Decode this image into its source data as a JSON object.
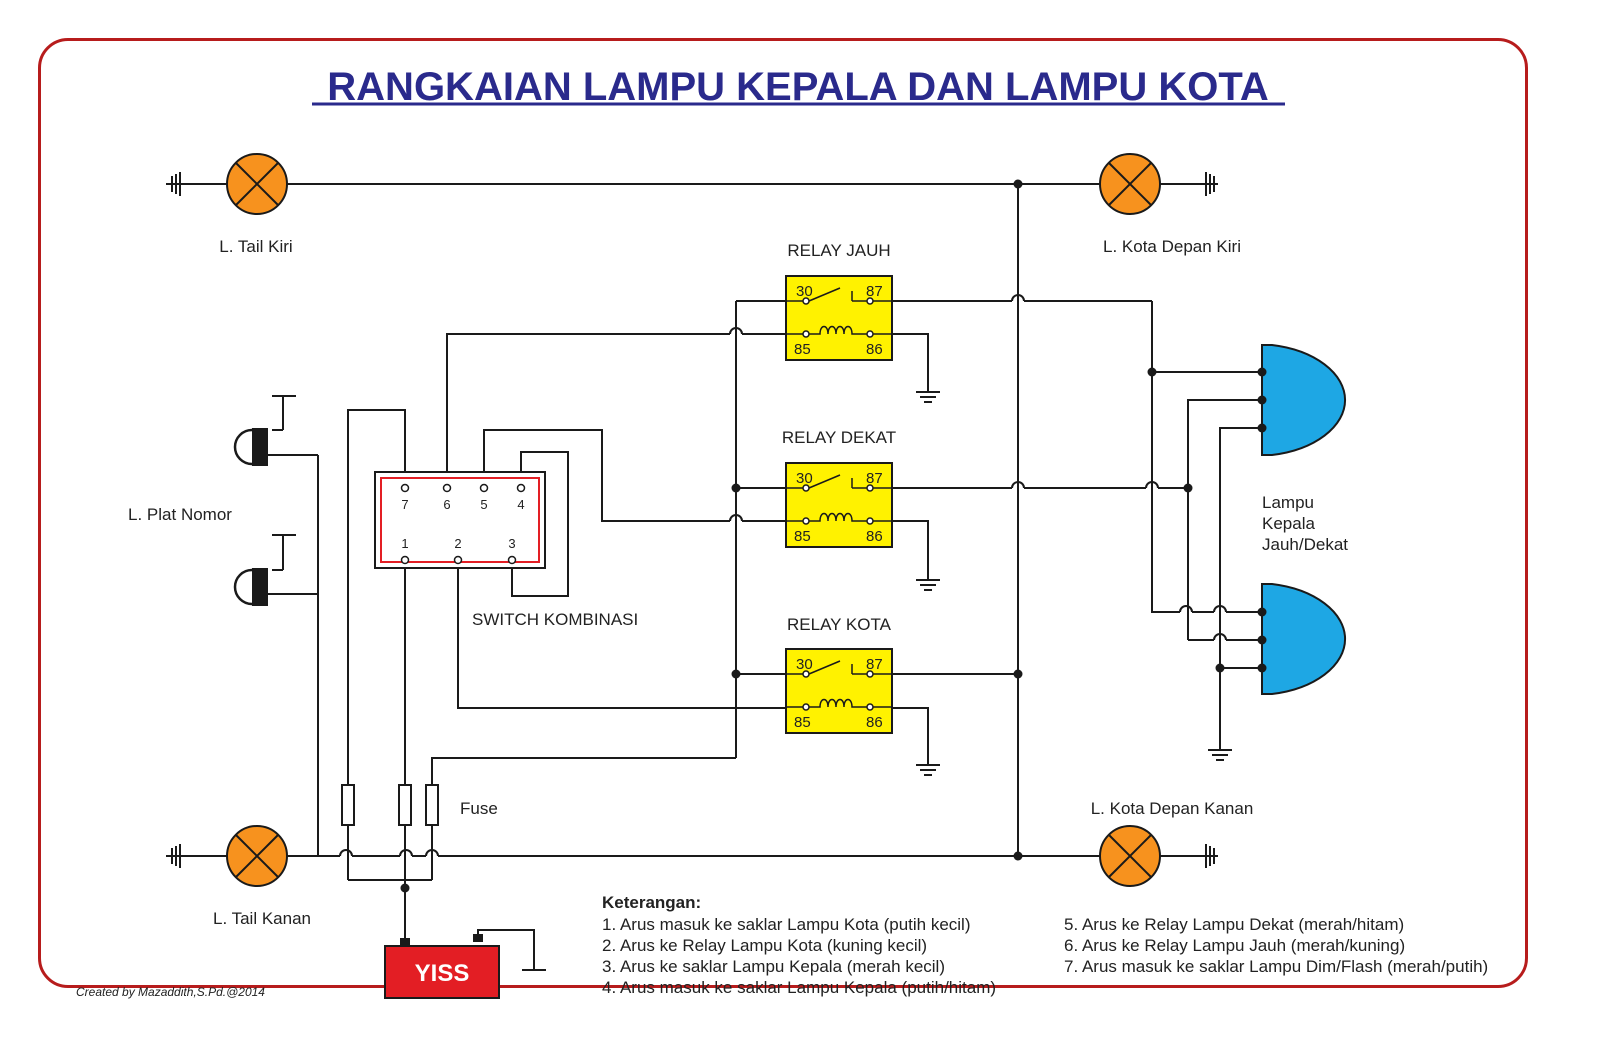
{
  "title": "RANGKAIAN LAMPU KEPALA DAN LAMPU KOTA",
  "labels": {
    "tail_left": "L. Tail Kiri",
    "tail_right": "L. Tail Kanan",
    "city_front_left": "L. Kota Depan Kiri",
    "city_front_right": "L. Kota Depan Kanan",
    "plate": "L. Plat Nomor",
    "switch": "SWITCH KOMBINASI",
    "fuse": "Fuse",
    "headlamp_line1": "Lampu",
    "headlamp_line2": "Kepala",
    "headlamp_line3": "Jauh/Dekat"
  },
  "relays": [
    {
      "name": "RELAY JAUH",
      "pins": [
        "30",
        "87",
        "85",
        "86"
      ]
    },
    {
      "name": "RELAY DEKAT",
      "pins": [
        "30",
        "87",
        "85",
        "86"
      ]
    },
    {
      "name": "RELAY KOTA",
      "pins": [
        "30",
        "87",
        "85",
        "86"
      ]
    }
  ],
  "switch_pins": {
    "top": [
      "7",
      "6",
      "5",
      "4"
    ],
    "bottom": [
      "1",
      "2",
      "3"
    ]
  },
  "battery": "YISS",
  "legend": {
    "heading": "Keterangan:",
    "items_left": [
      "1. Arus masuk ke saklar Lampu Kota (putih kecil)",
      "2. Arus ke Relay Lampu Kota (kuning kecil)",
      "3. Arus ke saklar Lampu Kepala (merah kecil)",
      "4. Arus masuk ke saklar Lampu Kepala (putih/hitam)"
    ],
    "items_right": [
      "5. Arus ke Relay Lampu Dekat (merah/hitam)",
      "6. Arus ke Relay Lampu Jauh (merah/kuning)",
      "7. Arus masuk ke saklar Lampu Dim/Flash (merah/putih)"
    ]
  },
  "credit": "Created by Mazaddith,S.Pd.@2014",
  "colors": {
    "title": "#2a2a8c",
    "frame": "#b71c1c",
    "lamp": "#f7921e",
    "relay": "#fff200",
    "headlamp": "#1ea7e4",
    "battery": "#e31e24"
  }
}
